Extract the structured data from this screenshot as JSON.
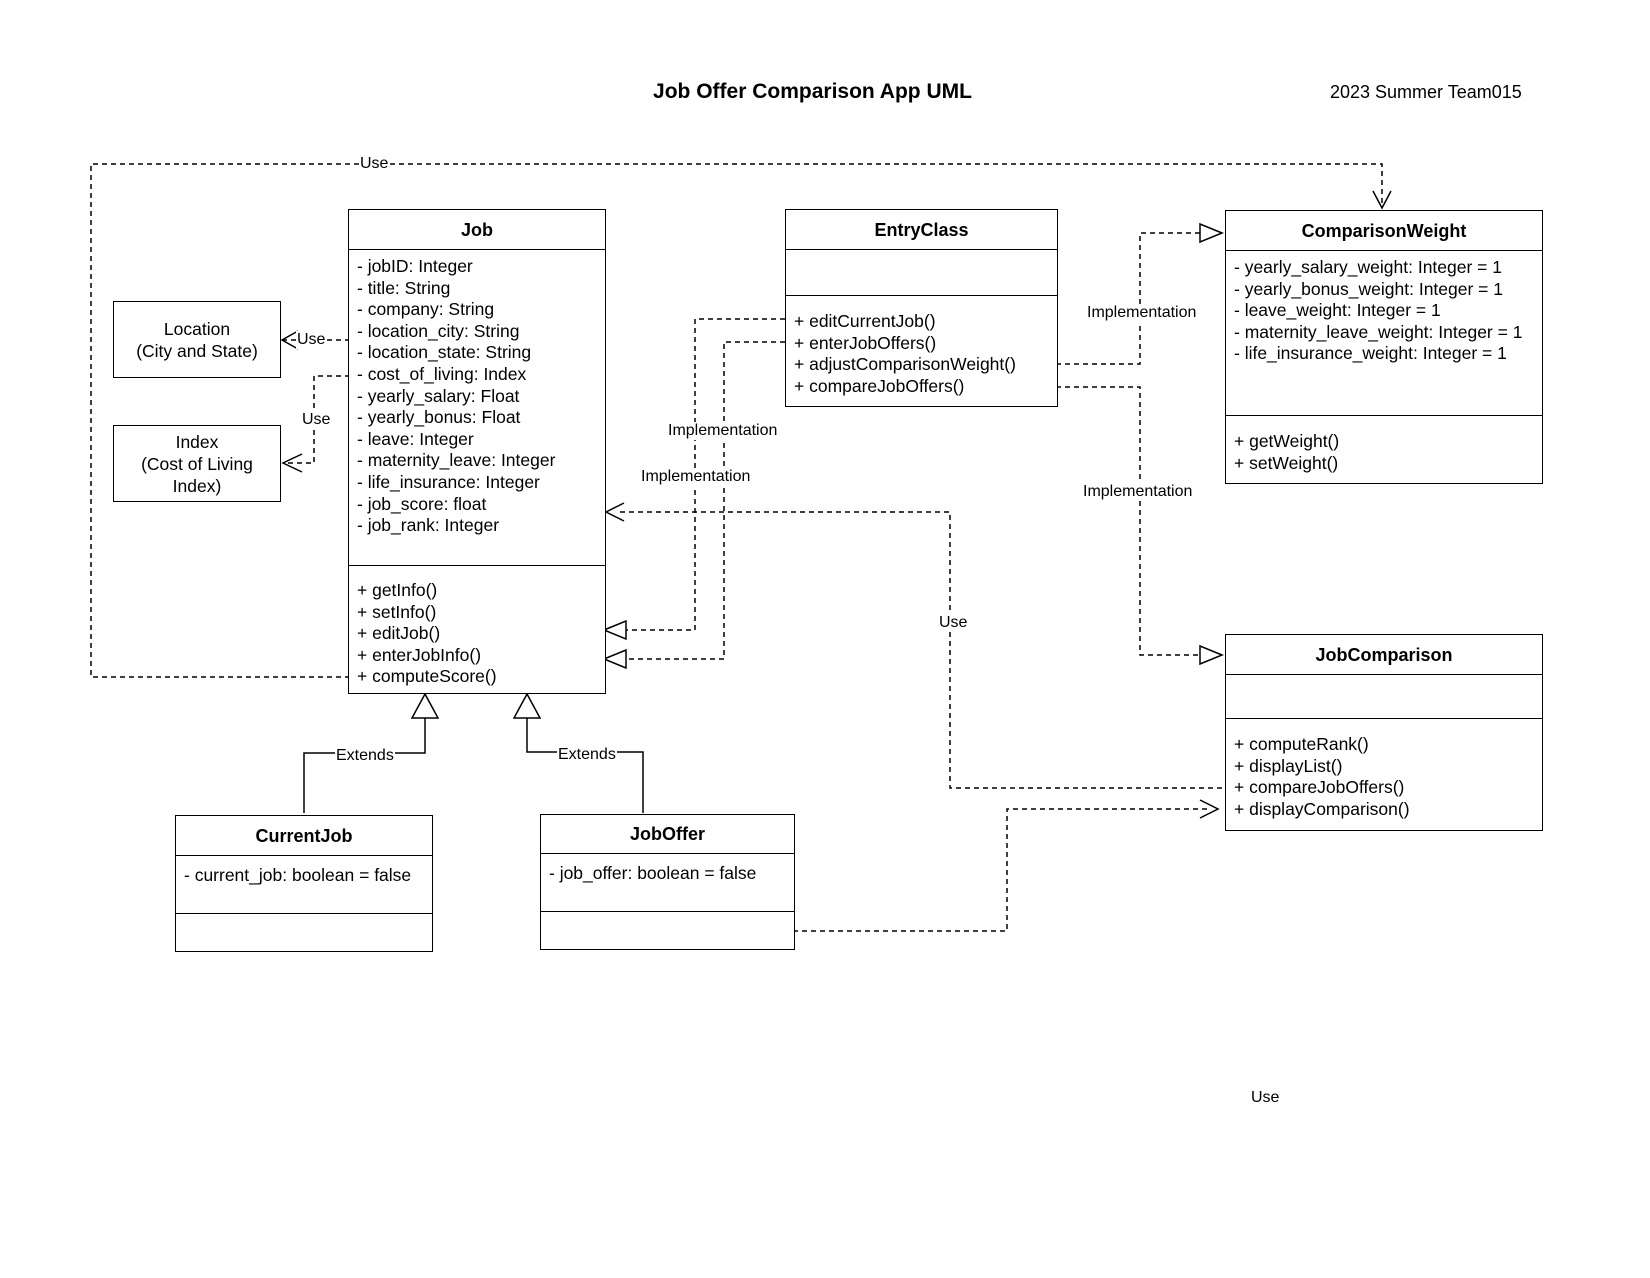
{
  "header": {
    "title": "Job Offer Comparison App UML ",
    "team": "2023 Summer Team015"
  },
  "classes": {
    "job": {
      "name": "Job",
      "attributes": [
        "- jobID: Integer",
        "- title: String",
        "- company: String",
        "- location_city: String",
        "- location_state: String",
        "- cost_of_living: Index",
        "- yearly_salary: Float",
        "- yearly_bonus: Float",
        "- leave: Integer",
        "- maternity_leave: Integer",
        "- life_insurance: Integer",
        "- job_score: float",
        "- job_rank: Integer"
      ],
      "methods": [
        "+ getInfo()",
        "+ setInfo()",
        "+ editJob()",
        "+ enterJobInfo()",
        "+ computeScore()"
      ]
    },
    "entry": {
      "name": "EntryClass",
      "attributes": [],
      "methods": [
        "+ editCurrentJob()",
        "+ enterJobOffers()",
        "+ adjustComparisonWeight()",
        "+ compareJobOffers()"
      ]
    },
    "weight": {
      "name": "ComparisonWeight",
      "attributes": [
        "- yearly_salary_weight: Integer = 1",
        "- yearly_bonus_weight: Integer = 1",
        "- leave_weight: Integer = 1",
        "- maternity_leave_weight: Integer = 1",
        "- life_insurance_weight: Integer = 1"
      ],
      "methods": [
        "+ getWeight()",
        "+ setWeight()"
      ]
    },
    "comparison": {
      "name": "JobComparison",
      "attributes": [],
      "methods": [
        "+ computeRank()",
        "+ displayList()",
        "+ compareJobOffers()",
        "+ displayComparison()"
      ]
    },
    "current": {
      "name": "CurrentJob",
      "attributes": [
        "- current_job: boolean = false"
      ],
      "methods": []
    },
    "offer": {
      "name": "JobOffer",
      "attributes": [
        "- job_offer: boolean = false"
      ],
      "methods": []
    }
  },
  "boxes": {
    "location": {
      "line1": "Location",
      "line2": "(City and State)"
    },
    "index": {
      "line1": "Index",
      "line2": "(Cost of Living",
      "line3": "Index)"
    }
  },
  "labels": {
    "use_top": "Use",
    "use_location": "Use",
    "use_index": "Use",
    "impl_1": "Implementation",
    "impl_2": "Implementation",
    "impl_weight": "Implementation",
    "impl_comparison": "Implementation",
    "use_middle": "Use",
    "extends_current": "Extends",
    "extends_offer": "Extends",
    "use_stray": "Use"
  }
}
